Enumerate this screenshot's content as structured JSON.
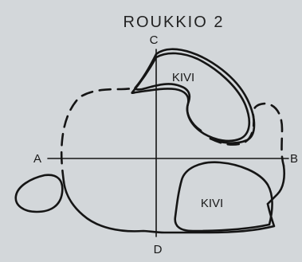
{
  "diagram": {
    "title": "ROUKKIO 2",
    "axis_points": {
      "a": "A",
      "b": "B",
      "c": "C",
      "d": "D"
    },
    "stone_labels": {
      "upper": "KIVI",
      "lower": "KIVI"
    },
    "ink_color": "#151515",
    "paper_color": "#d3d7da"
  }
}
